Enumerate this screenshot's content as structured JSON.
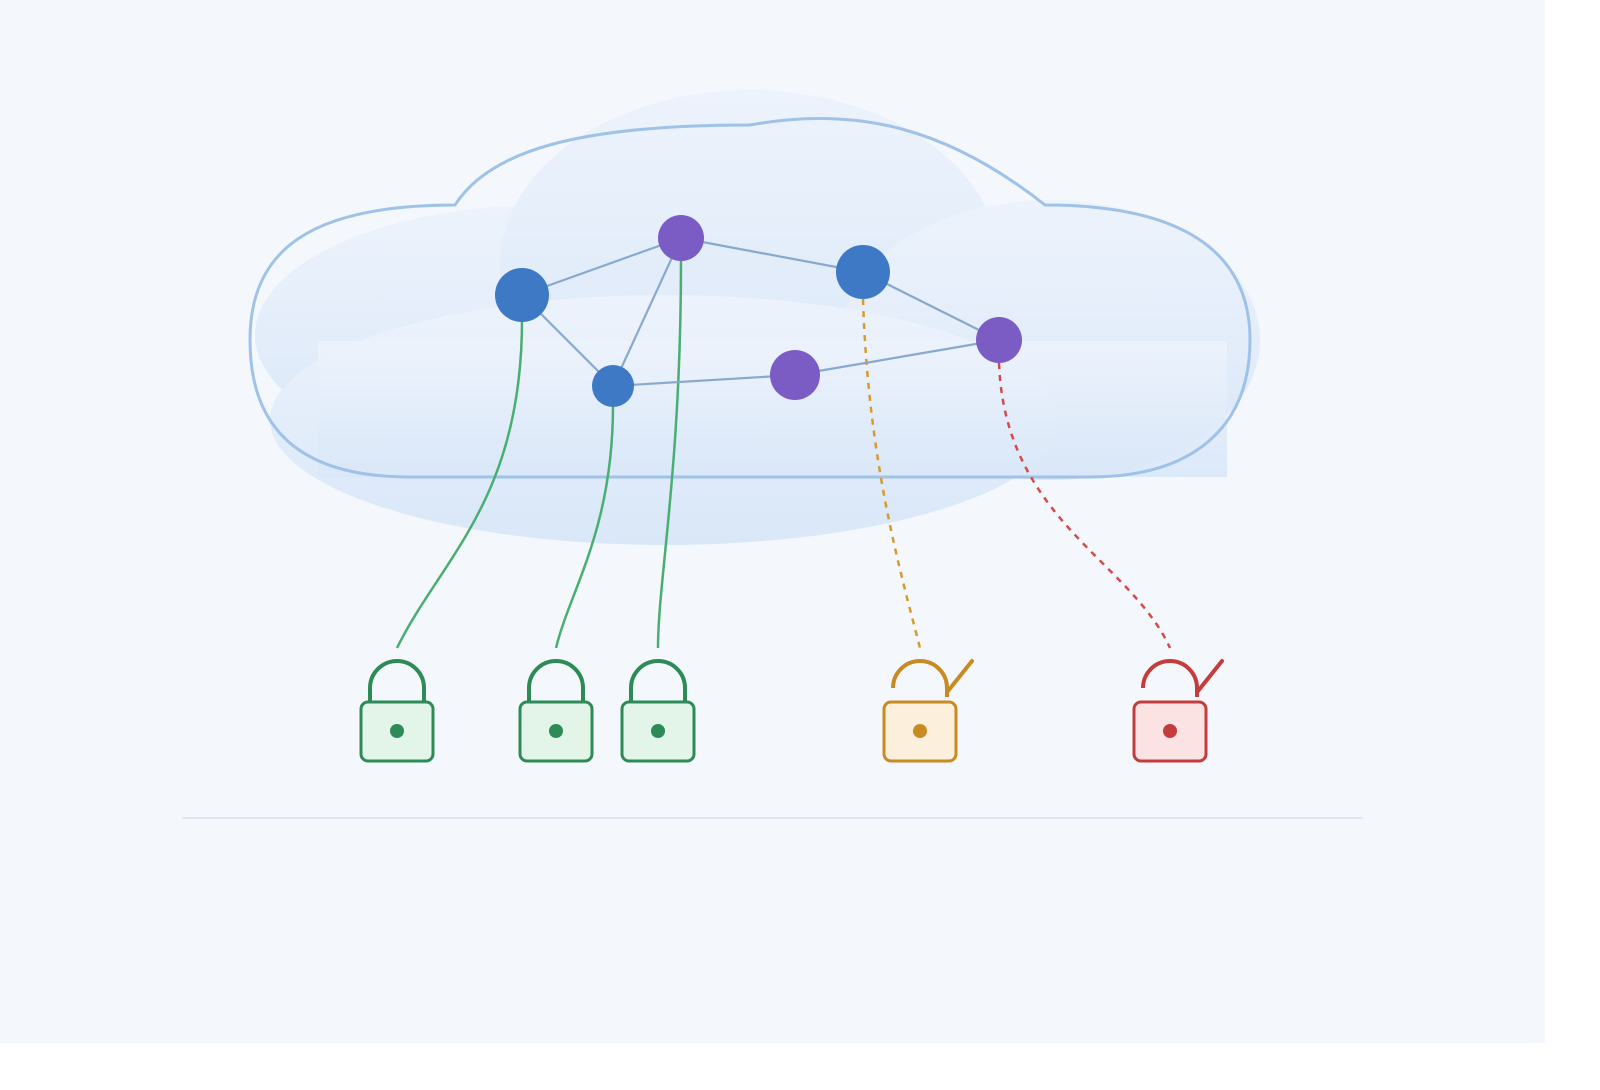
{
  "colors": {
    "page_background": "#ffffff",
    "canvas_background": "#f4f8fc",
    "cloud_fill_top": "#edf3fc",
    "cloud_fill_bottom": "#d9e7f8",
    "cloud_outline": "#9fc2e8",
    "network_edge": "#88a8cc",
    "node_blue": "#3d79c4",
    "node_purple": "#7b5cc4",
    "secure_green": "#2e8b57",
    "secure_green_line": "#4aae72",
    "secure_green_fill": "#e3f4e9",
    "warning_orange": "#c88a22",
    "warning_orange_line": "#d69a2e",
    "warning_orange_fill": "#fcefdc",
    "danger_red": "#c43c3c",
    "danger_red_line": "#d44a4a",
    "danger_red_fill": "#fbe3e3",
    "baseline": "#dfe8f2"
  },
  "icons": {
    "cloud": "cloud-icon",
    "locked": "lock-closed-icon",
    "unlocked": "lock-open-icon",
    "check": "check-icon"
  },
  "network": {
    "nodes": [
      {
        "id": "n1",
        "kind": "blue"
      },
      {
        "id": "n2",
        "kind": "purple"
      },
      {
        "id": "n3",
        "kind": "blue"
      },
      {
        "id": "n4",
        "kind": "purple"
      },
      {
        "id": "n5",
        "kind": "blue"
      },
      {
        "id": "n6",
        "kind": "purple"
      }
    ],
    "edges": [
      [
        "n1",
        "n2"
      ],
      [
        "n2",
        "n3"
      ],
      [
        "n3",
        "n4"
      ],
      [
        "n1",
        "n5"
      ],
      [
        "n2",
        "n5"
      ],
      [
        "n5",
        "n6"
      ],
      [
        "n6",
        "n4"
      ]
    ]
  },
  "connections": [
    {
      "from": "n1",
      "lock": "lock-1",
      "status": "secure"
    },
    {
      "from": "n5",
      "lock": "lock-2",
      "status": "secure"
    },
    {
      "from": "n2",
      "lock": "lock-3",
      "status": "secure"
    },
    {
      "from": "n3",
      "lock": "lock-4",
      "status": "warning"
    },
    {
      "from": "n4",
      "lock": "lock-5",
      "status": "danger"
    }
  ],
  "locks": [
    {
      "id": "lock-1",
      "state": "locked",
      "status": "secure"
    },
    {
      "id": "lock-2",
      "state": "locked",
      "status": "secure"
    },
    {
      "id": "lock-3",
      "state": "locked",
      "status": "secure"
    },
    {
      "id": "lock-4",
      "state": "unlocked",
      "status": "warning"
    },
    {
      "id": "lock-5",
      "state": "unlocked",
      "status": "danger"
    }
  ]
}
